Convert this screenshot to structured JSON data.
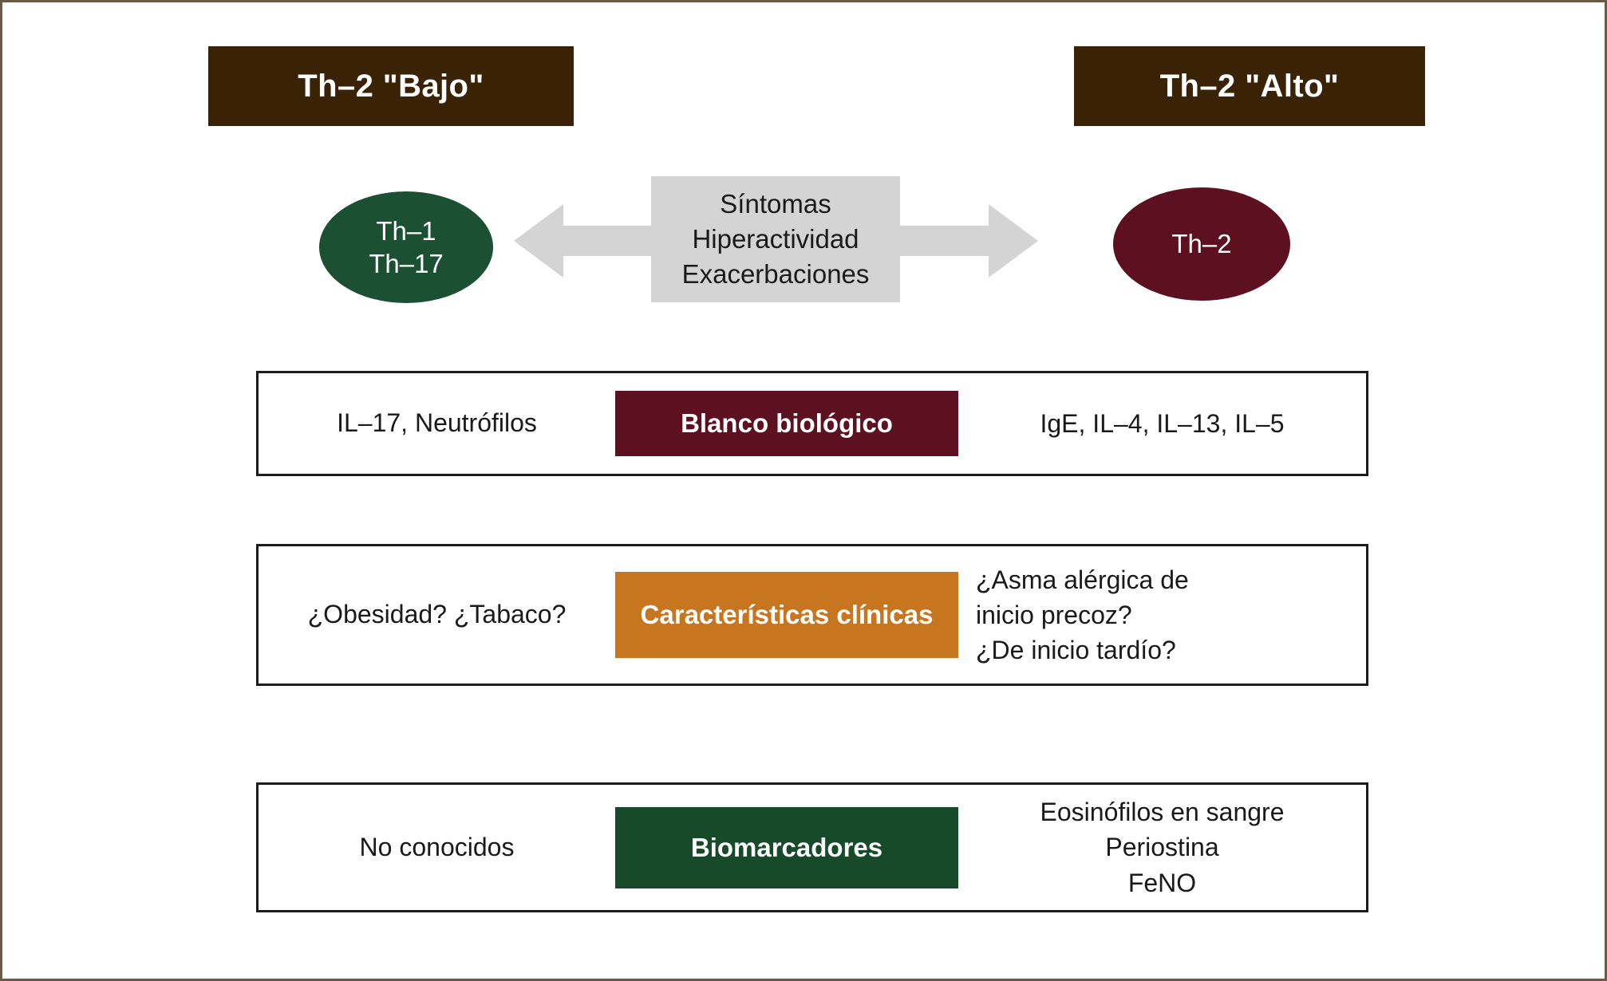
{
  "diagram": {
    "title_context": "Fenotipos de asma Th-2 bajo vs Th-2 alto",
    "headers": {
      "left": "Th–2 \"Bajo\"",
      "right": "Th–2 \"Alto\""
    },
    "ellipses": {
      "left": {
        "name": "th1-th17",
        "lines": [
          "Th–1",
          "Th–17"
        ],
        "color": "#1b5032"
      },
      "right": {
        "name": "th2",
        "lines": [
          "Th–2"
        ],
        "color": "#5d1020"
      }
    },
    "center_box": {
      "lines": [
        "Síntomas",
        "Hiperactividad",
        "Exacerbaciones"
      ],
      "color": "#d4d4d4"
    },
    "arrows": {
      "left_label": "arrow pointing left toward Th-1/Th-17",
      "right_label": "arrow pointing right toward Th-2",
      "color": "#d4d4d4"
    },
    "rows": [
      {
        "key": "target",
        "label": "Blanco biológico",
        "label_color": "#5d1020",
        "left_lines": [
          "IL–17, Neutrófilos"
        ],
        "right_lines": [
          "IgE, IL–4, IL–13, IL–5"
        ],
        "right_align": "center"
      },
      {
        "key": "clinical",
        "label": "Características clínicas",
        "label_color": "#c87520",
        "left_lines": [
          "¿Obesidad? ¿Tabaco?"
        ],
        "right_lines": [
          "¿Asma alérgica de",
          "inicio precoz?",
          "¿De inicio tardío?"
        ],
        "right_align": "left"
      },
      {
        "key": "biomarkers",
        "label": "Biomarcadores",
        "label_color": "#164a29",
        "left_lines": [
          "No conocidos"
        ],
        "right_lines": [
          "Eosinófilos en sangre",
          "Periostina",
          "FeNO"
        ],
        "right_align": "center"
      }
    ],
    "palette": {
      "banner_brown": "#3a2205",
      "border_frame": "#6b5a46",
      "row_border": "#1c1c1c",
      "text": "#1a1a1a",
      "white": "#ffffff"
    }
  }
}
